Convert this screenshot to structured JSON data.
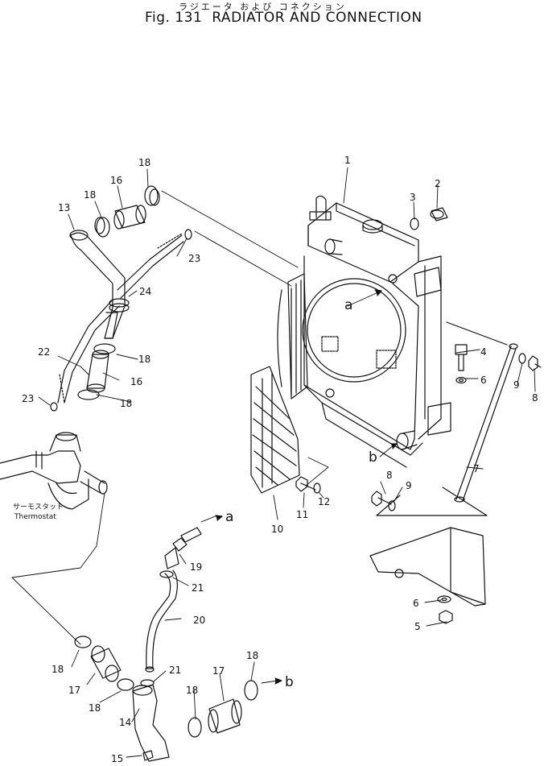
{
  "header": {
    "title_jp": "ラジエータ および コネクション",
    "fig_label": "Fig. 131",
    "title_en": "RADIATOR AND CONNECTION"
  },
  "thermostat": {
    "label_jp": "サーモスタット",
    "label_en": "Thermostat"
  },
  "ref_letters": [
    "a",
    "b"
  ],
  "callouts": [
    "1",
    "2",
    "3",
    "4",
    "5",
    "6",
    "7",
    "8",
    "9",
    "10",
    "11",
    "12",
    "13",
    "14",
    "15",
    "16",
    "17",
    "18",
    "19",
    "20",
    "21",
    "22",
    "23",
    "24"
  ]
}
